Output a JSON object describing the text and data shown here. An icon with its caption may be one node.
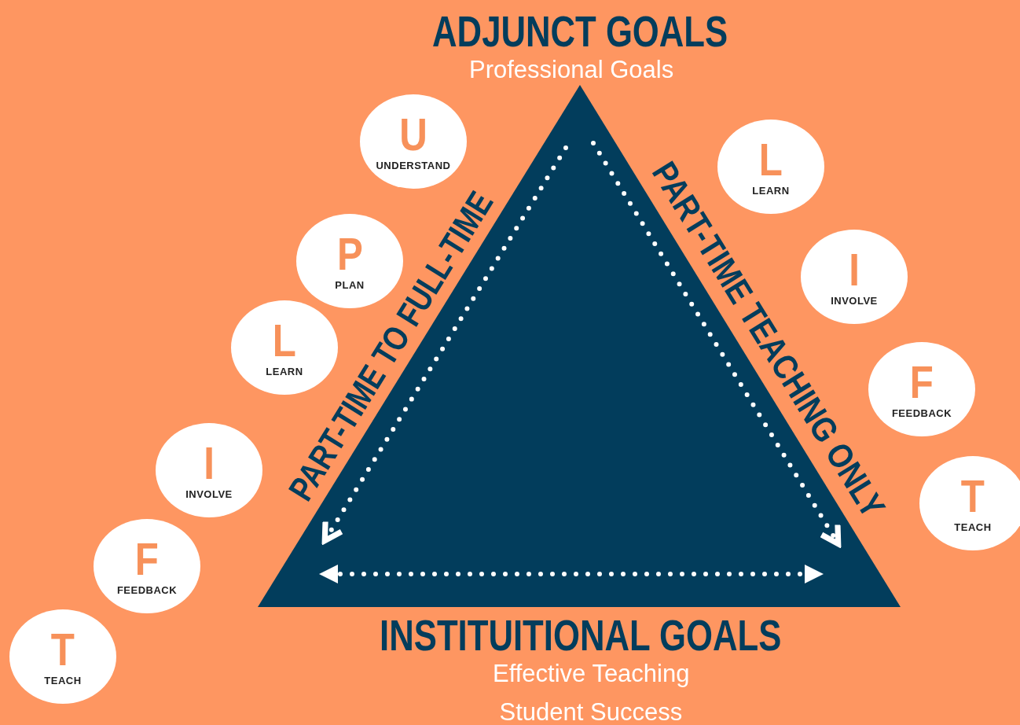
{
  "diagram": {
    "nodes": [
      {
        "text": [
          "U",
          "UNDERSTAND"
        ]
      },
      {
        "text": [
          "L",
          "LEARN"
        ]
      },
      {
        "text": [
          "P",
          "PLAN"
        ]
      },
      {
        "text": [
          "I",
          "INVOLVE"
        ]
      },
      {
        "text": [
          "L",
          "LEARN"
        ]
      },
      {
        "text": [
          "F",
          "FEEDBACK"
        ]
      },
      {
        "text": [
          "I",
          "INVOLVE"
        ]
      },
      {
        "text": [
          "T",
          "TEACH"
        ]
      },
      {
        "text": [
          "F",
          "FEEDBACK"
        ]
      },
      {
        "text": [
          "T",
          "TEACH"
        ]
      }
    ],
    "labels": [
      "ADJUNCT GOALS",
      "Professional Goals",
      "PART-TIME TO FULL-TIME",
      "PART-TIME TEACHING ONLY",
      "INSTITUITIONAL GOALS",
      "Effective Teaching",
      "Student Success"
    ]
  }
}
